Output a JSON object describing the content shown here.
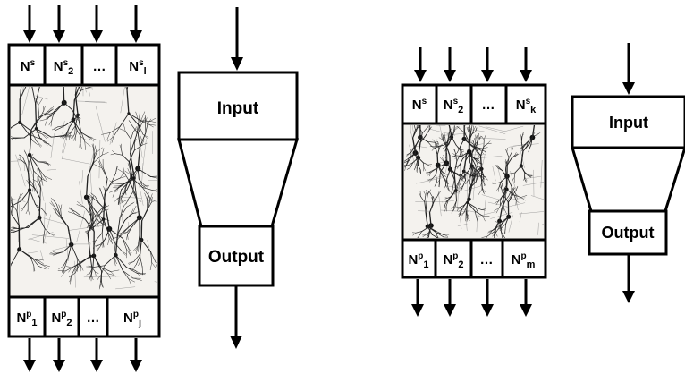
{
  "left_column": {
    "top_cells": [
      {
        "main": "N",
        "sup": "s",
        "sub": ""
      },
      {
        "main": "N",
        "sup": "s",
        "sub": "2"
      },
      {
        "main": "…",
        "sup": "",
        "sub": ""
      },
      {
        "main": "N",
        "sup": "s",
        "sub": "l"
      }
    ],
    "bottom_cells": [
      {
        "main": "N",
        "sup": "p",
        "sub": "1"
      },
      {
        "main": "N",
        "sup": "p",
        "sub": "2"
      },
      {
        "main": "…",
        "sup": "",
        "sub": ""
      },
      {
        "main": "N",
        "sup": "p",
        "sub": "j"
      }
    ]
  },
  "left_funnel": {
    "input_label": "Input",
    "output_label": "Output"
  },
  "right_column": {
    "top_cells": [
      {
        "main": "N",
        "sup": "s",
        "sub": ""
      },
      {
        "main": "N",
        "sup": "s",
        "sub": "2"
      },
      {
        "main": "…",
        "sup": "",
        "sub": ""
      },
      {
        "main": "N",
        "sup": "s",
        "sub": "k"
      }
    ],
    "bottom_cells": [
      {
        "main": "N",
        "sup": "p",
        "sub": "1"
      },
      {
        "main": "N",
        "sup": "p",
        "sub": "2"
      },
      {
        "main": "…",
        "sup": "",
        "sub": ""
      },
      {
        "main": "N",
        "sup": "p",
        "sub": "m"
      }
    ]
  },
  "right_funnel": {
    "input_label": "Input",
    "output_label": "Output"
  },
  "neuron_illustration_icon": "pyramidal-neuron-drawing"
}
